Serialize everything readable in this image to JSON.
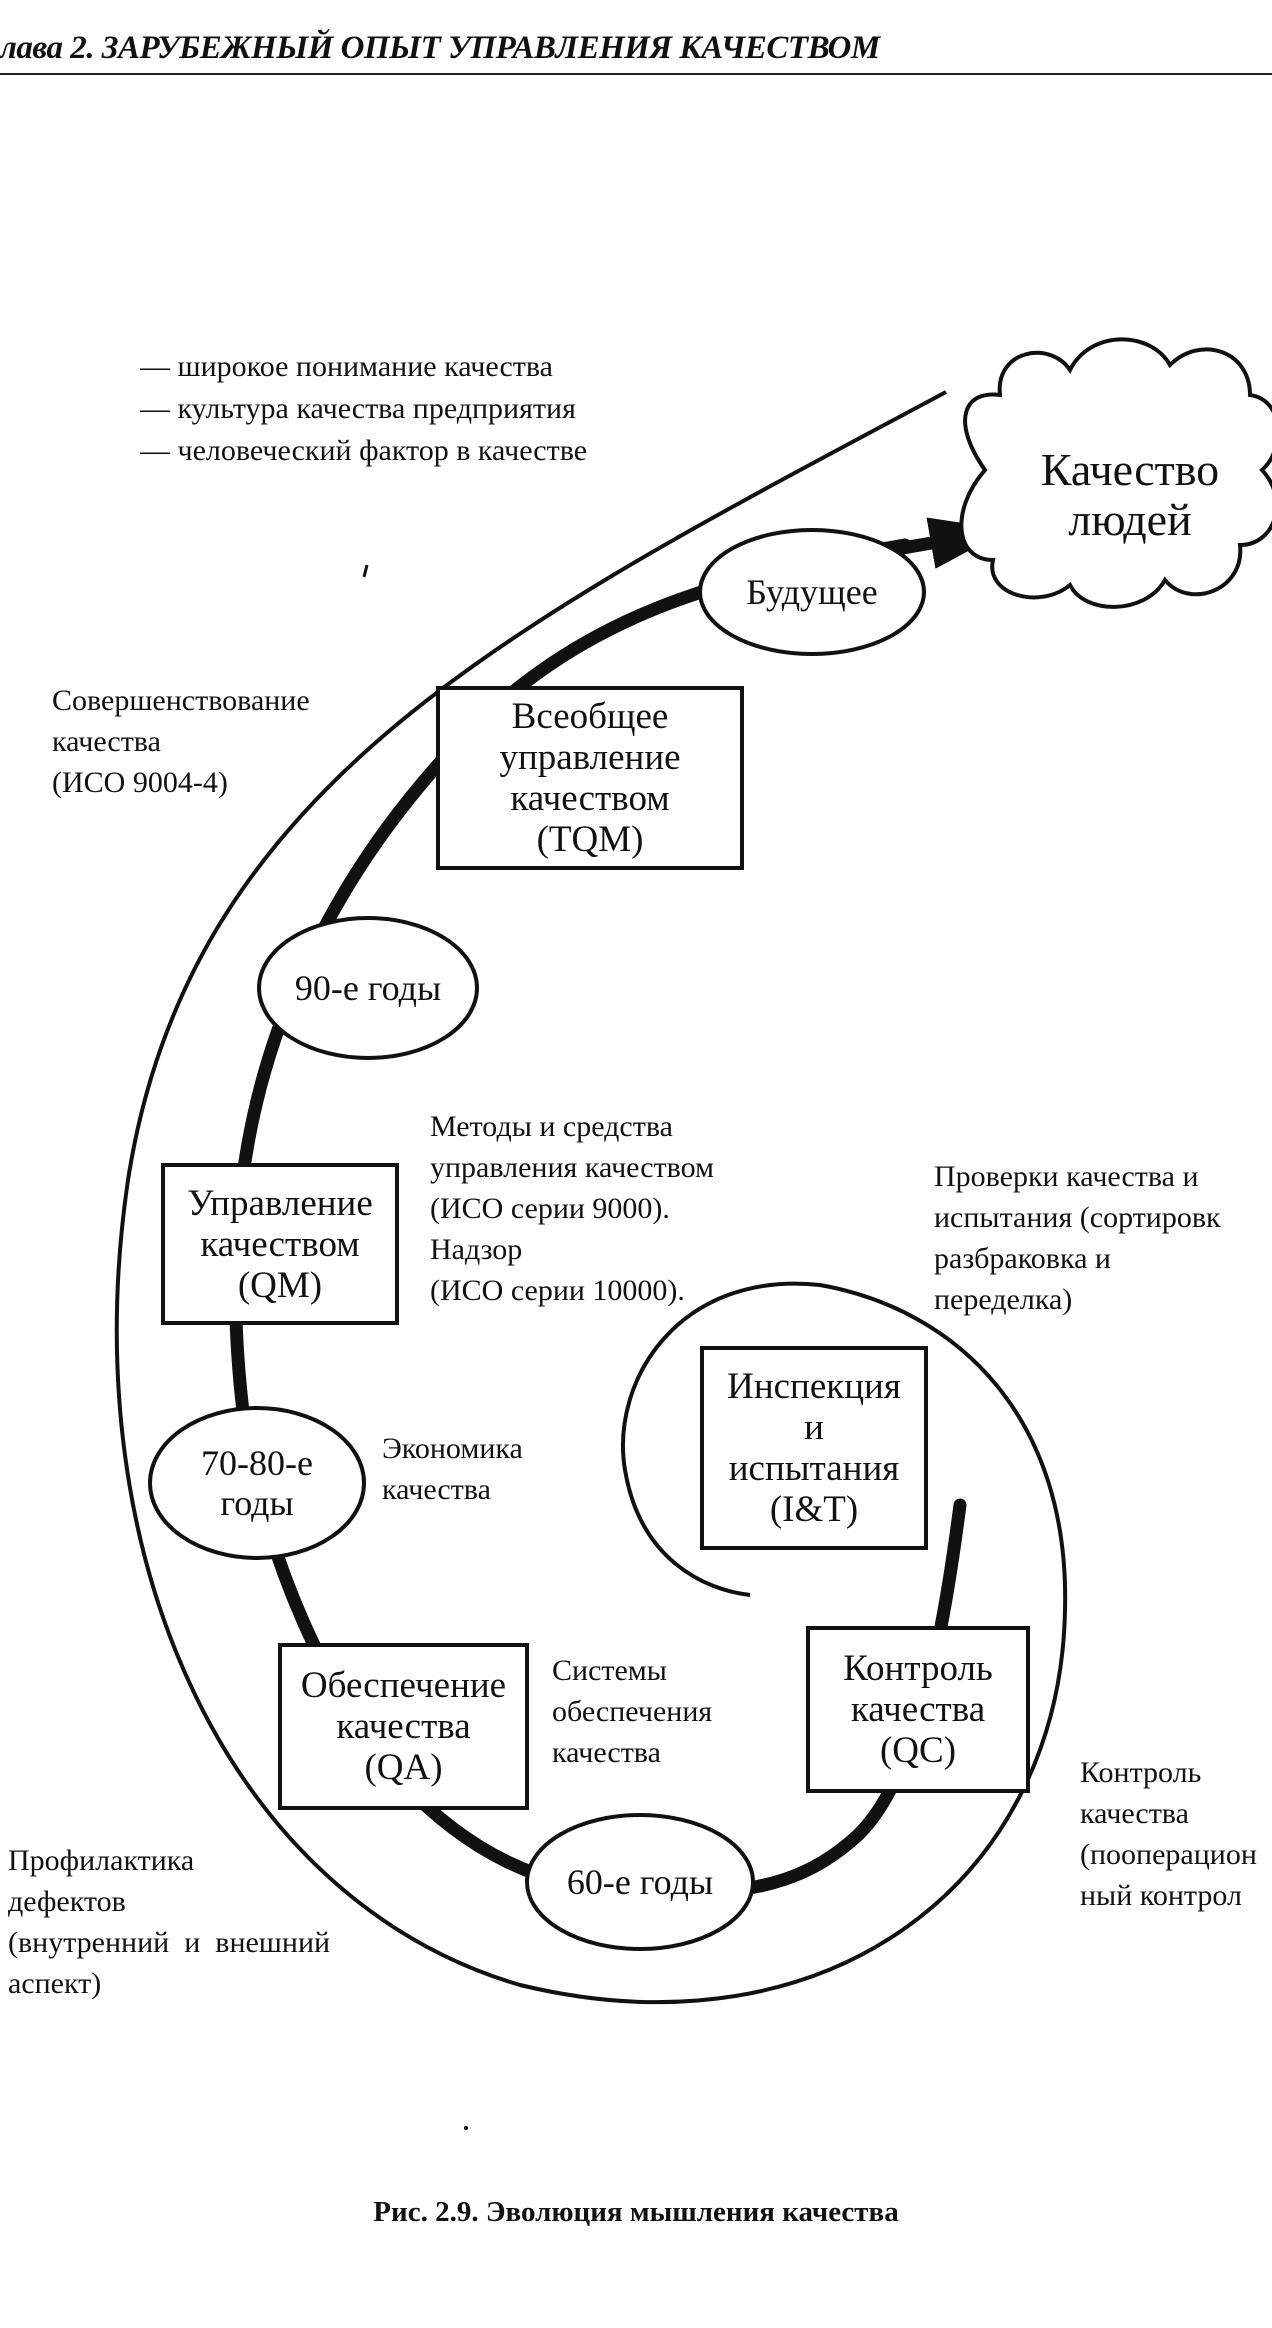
{
  "header": {
    "text": "лава 2. ЗАРУБЕЖНЫЙ ОПЫТ УПРАВЛЕНИЯ КАЧЕСТВОМ"
  },
  "diagram": {
    "top_notes": [
      "— широкое понимание качества",
      "— культура качества предприятия",
      "— человеческий фактор в качестве"
    ],
    "cloud": "Качество\nлюдей",
    "future_oval": "Будущее",
    "tqm_box": "Всеобщее\nуправление\nкачеством\n(TQM)",
    "oval_90s": "90-е годы",
    "qm_box": "Управление\nкачеством\n(QM)",
    "oval_70_80s": "70-80-е\nгоды",
    "qa_box": "Обеспечение\nкачества\n(QA)",
    "oval_60s": "60-е годы",
    "qc_box": "Контроль\nкачества\n(QC)",
    "it_box": "Инспекция\nи\nиспытания\n(I&T)",
    "annotations": {
      "improvement": "Совершенствование\nкачества\n(ИСО 9004-4)",
      "methods": "Методы и средства\nуправления качеством\n(ИСО серии 9000).\nНадзор\n(ИСО серии 10000).",
      "economics": "Экономика\nкачества",
      "qa_systems": "Системы\nобеспечения\nкачества",
      "inspection": "Проверки качества и\nиспытания (сортировк\nразбраковка и\nпеределка)",
      "control": "Контроль\nкачества\n(пооперацион\nный контрол",
      "prevention": "Профилактика\nдефектов\n(внутренний  и  внешний\nаспект)"
    }
  },
  "caption": "Рис. 2.9. Эволюция мышления качества"
}
